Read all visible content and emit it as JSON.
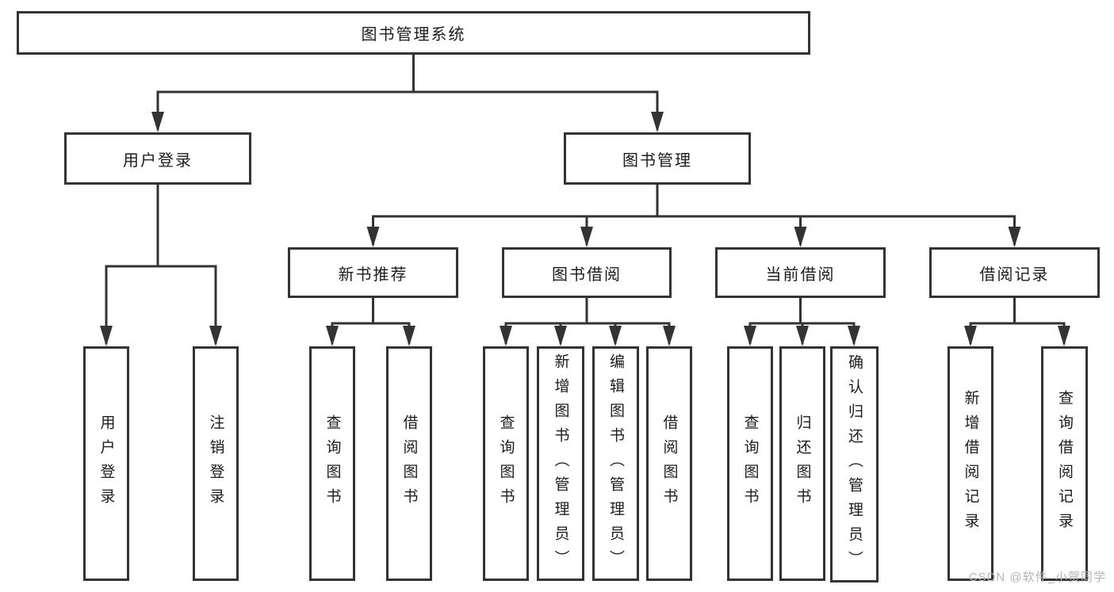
{
  "title": "图书管理系统",
  "modules": {
    "user_login": {
      "label": "用户登录",
      "children": [
        "用户登录",
        "注销登录"
      ]
    },
    "book_mgmt": {
      "label": "图书管理"
    }
  },
  "sections": [
    {
      "label": "新书推荐",
      "children": [
        "查询图书",
        "借阅图书"
      ]
    },
    {
      "label": "图书借阅",
      "children": [
        "查询图书",
        "新增图书（管理员）",
        "编辑图书（管理员）",
        "借阅图书"
      ]
    },
    {
      "label": "当前借阅",
      "children": [
        "查询图书",
        "归还图书",
        "确认归还（管理员）"
      ]
    },
    {
      "label": "借阅记录",
      "children": [
        "新增借阅记录",
        "查询借阅记录"
      ]
    }
  ],
  "watermark": "CSDN @软件_小贺同学",
  "colors": {
    "line": "#333333",
    "text": "#1c1c1c",
    "watermark": "#b5b5b5",
    "background": "#ffffff"
  }
}
